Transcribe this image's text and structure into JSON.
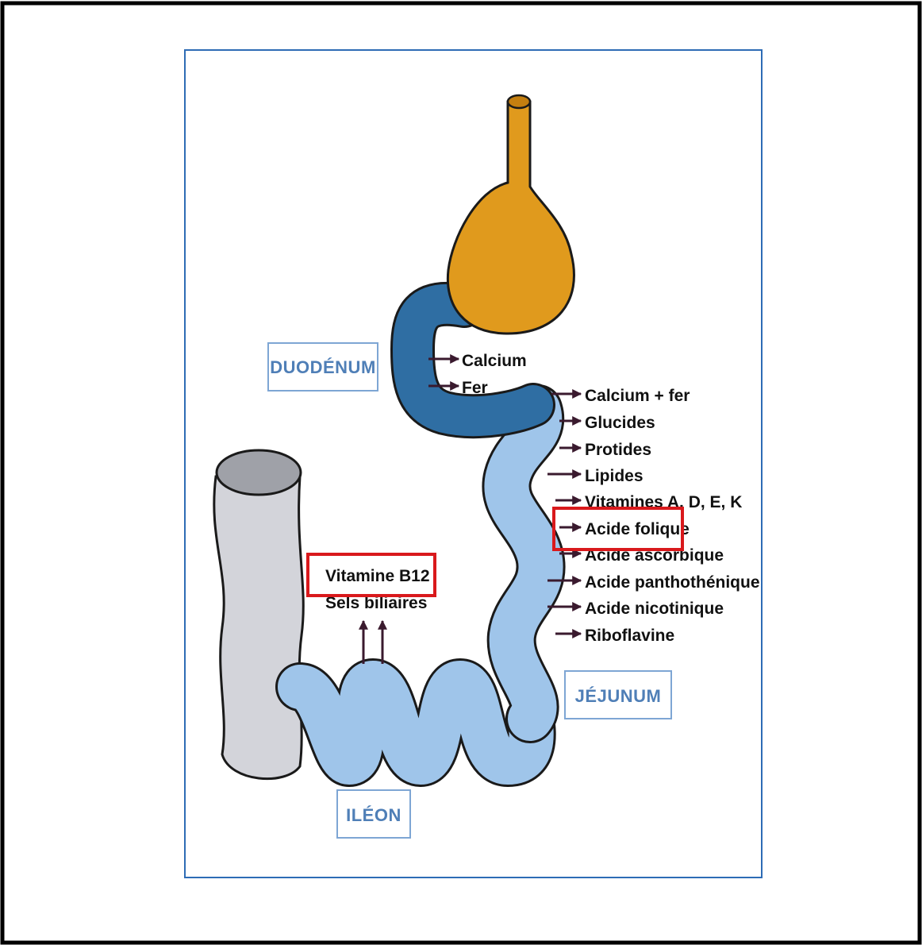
{
  "colors": {
    "frame": "#000000",
    "panel_border": "#2e6cb5",
    "stomach": "#e09a1d",
    "duodenum": "#2f6ea3",
    "small_intestine": "#9fc5ea",
    "colon": "#d3d4da",
    "arrow": "#3a1a2e",
    "highlight": "#d9191c",
    "organ_label_text": "#4f7fb7"
  },
  "organ_labels": {
    "duodenum": "DUODÉNUM",
    "jejunum": "JÉJUNUM",
    "ileum": "ILÉON"
  },
  "duodenum_absorption": [
    "Calcium",
    "Fer"
  ],
  "jejunum_absorption": [
    "Calcium + fer",
    "Glucides",
    "Protides",
    "Lipides",
    "Vitamines A, D, E, K",
    "Acide folique",
    "Acide ascorbique",
    "Acide panthothénique",
    "Acide nicotinique",
    "Riboflavine"
  ],
  "ileum_absorption": [
    "Vitamine B12",
    "Sels biliaires"
  ],
  "highlighted": [
    "Acide folique",
    "Vitamine B12"
  ]
}
